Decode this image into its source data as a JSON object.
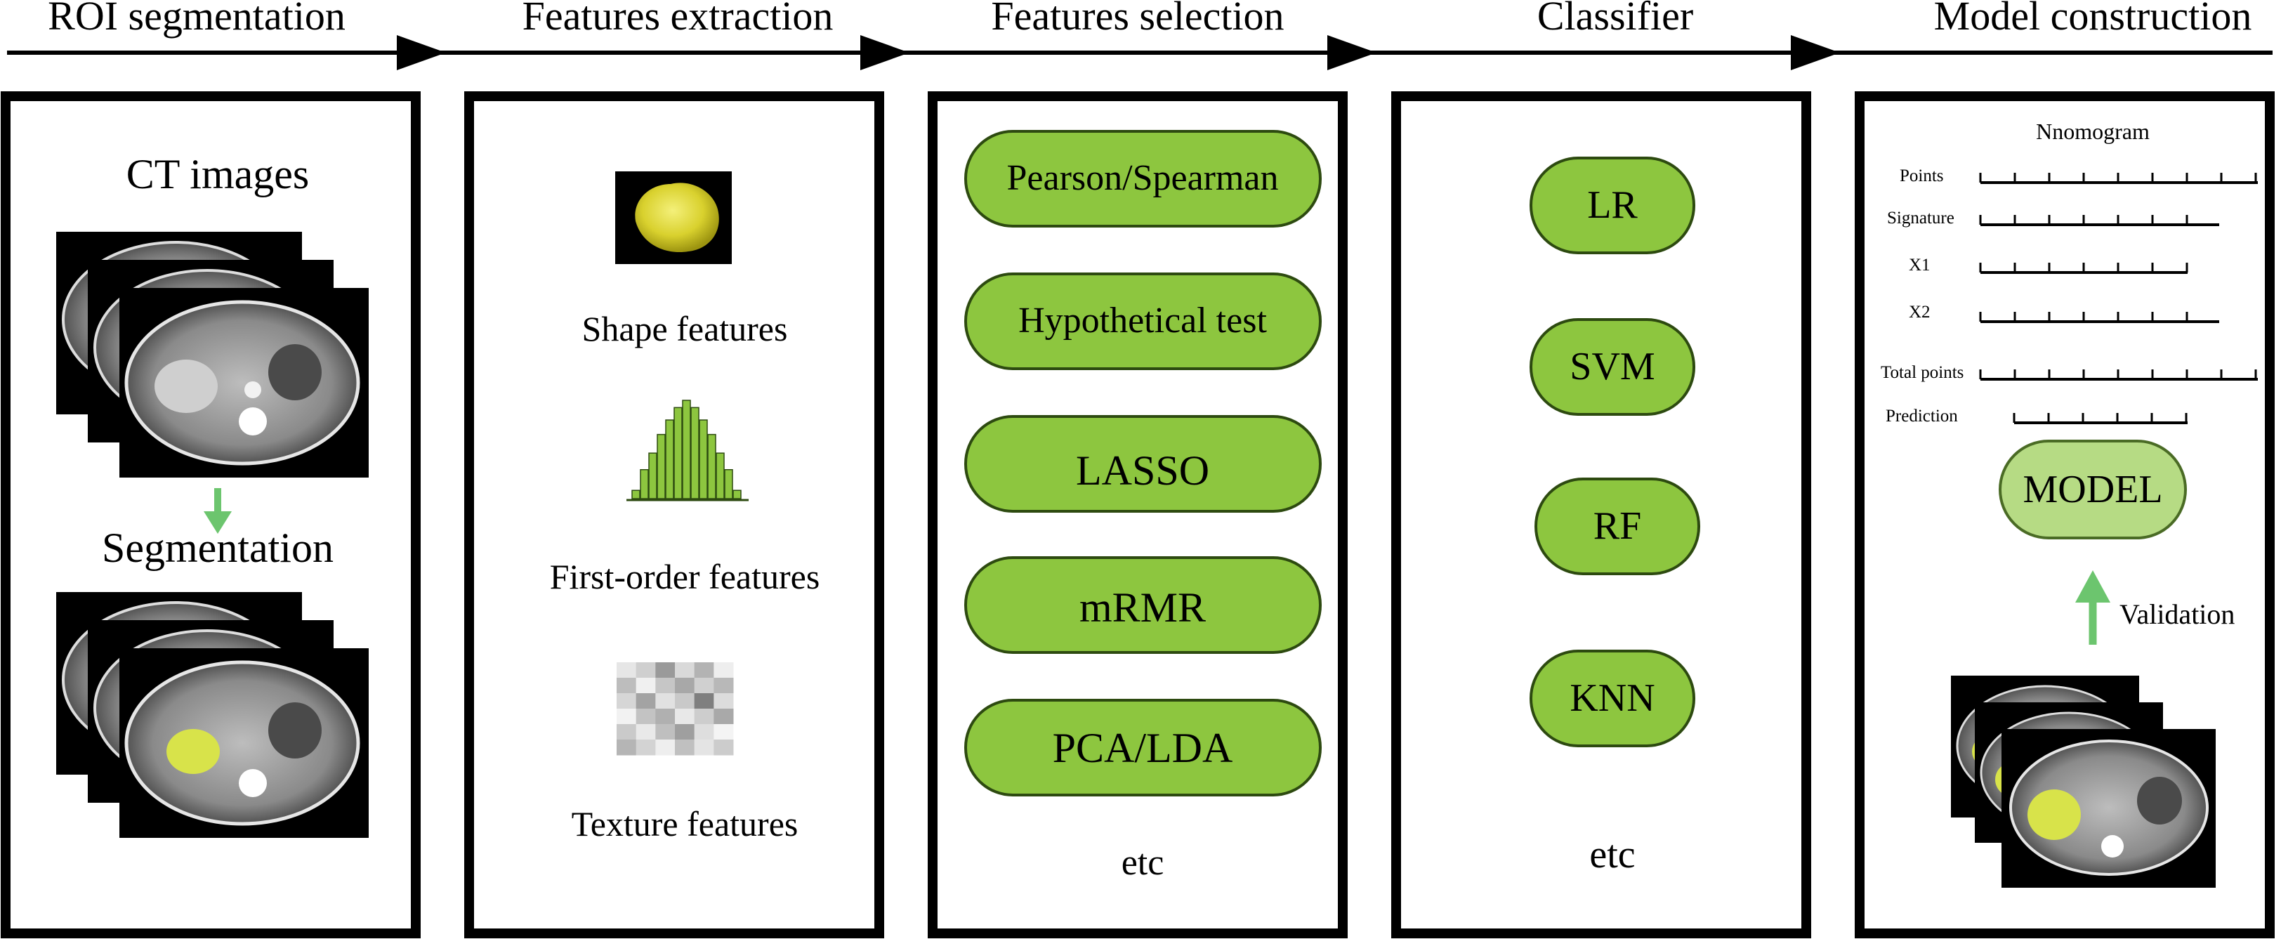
{
  "stages": [
    {
      "label": "ROI segmentation"
    },
    {
      "label": "Features extraction"
    },
    {
      "label": "Features selection"
    },
    {
      "label": "Classifier"
    },
    {
      "label": "Model construction"
    }
  ],
  "roi_panel": {
    "ct_images_label": "CT images",
    "segmentation_label": "Segmentation"
  },
  "extraction_panel": {
    "shape_label": "Shape features",
    "first_order_label": "First-order features",
    "texture_label": "Texture features",
    "histogram_bars": [
      8,
      28,
      44,
      62,
      76,
      88,
      95,
      88,
      76,
      62,
      44,
      28,
      8
    ]
  },
  "selection_panel": {
    "methods": [
      "Pearson/Spearman",
      "Hypothetical test",
      "LASSO",
      "mRMR",
      "PCA/LDA"
    ],
    "etc_label": "etc"
  },
  "classifier_panel": {
    "methods": [
      "LR",
      "SVM",
      "RF",
      "KNN"
    ],
    "etc_label": "etc"
  },
  "model_panel": {
    "nomogram_title": "Nnomogram",
    "rows": [
      {
        "label": "Points"
      },
      {
        "label": "Signature"
      },
      {
        "label": "X1"
      },
      {
        "label": "X2"
      },
      {
        "label": "Total points"
      },
      {
        "label": "Prediction"
      }
    ],
    "model_label": "MODEL",
    "validation_label": "Validation"
  },
  "colors": {
    "green_fill": "#8dc63f",
    "light_green_fill": "#b6db84",
    "arrow_green": "#6cc56e",
    "tumor_yellow": "#d8e34a"
  }
}
